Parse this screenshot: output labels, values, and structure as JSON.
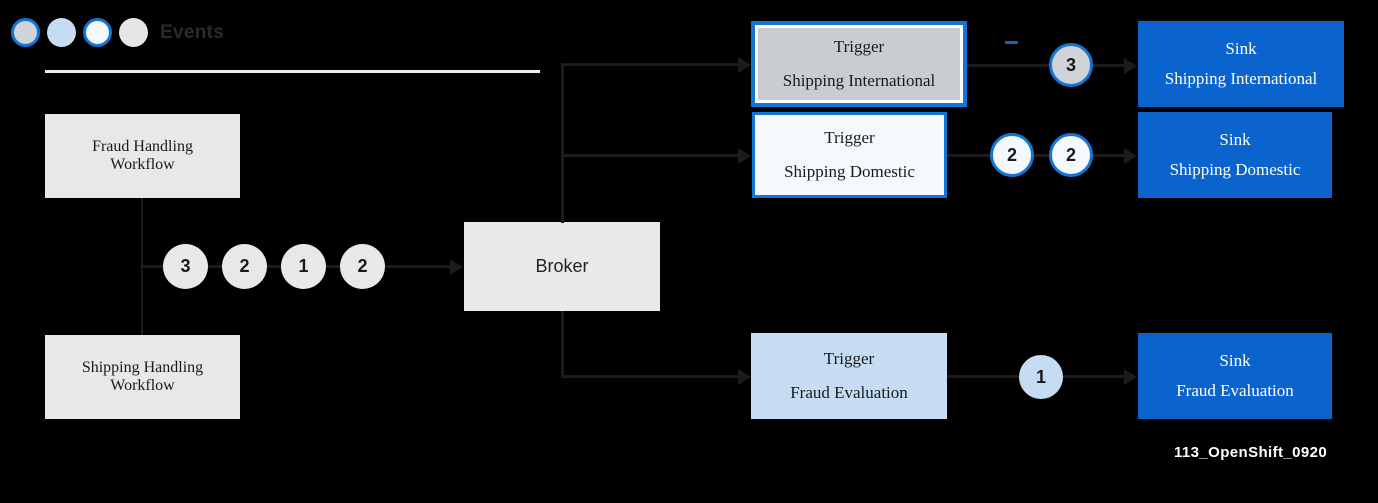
{
  "legend": {
    "label": "Events",
    "dots": [
      {
        "name": "event-dot-gray-outlined",
        "fill": "#d0d3d8",
        "stroke": "#1275d6"
      },
      {
        "name": "event-dot-blue",
        "fill": "#c5dcf2",
        "stroke": "none"
      },
      {
        "name": "event-dot-white-outlined",
        "fill": "#f4f9fe",
        "stroke": "#1275d6"
      },
      {
        "name": "event-dot-light-gray",
        "fill": "#e6e6e6",
        "stroke": "none"
      }
    ]
  },
  "workflows": [
    {
      "line1": "Fraud Handling",
      "line2": "Workflow"
    },
    {
      "line1": "Shipping Handling",
      "line2": "Workflow"
    }
  ],
  "broker": {
    "label": "Broker"
  },
  "inbound_events": [
    {
      "value": "3",
      "style": "gray"
    },
    {
      "value": "2",
      "style": "gray"
    },
    {
      "value": "1",
      "style": "gray"
    },
    {
      "value": "2",
      "style": "gray"
    }
  ],
  "triggers": [
    {
      "line1": "Trigger",
      "line2": "Shipping  International",
      "style": "trigger-intl"
    },
    {
      "line1": "Trigger",
      "line2": "Shipping  Domestic",
      "style": "trigger-dom"
    },
    {
      "line1": "Trigger",
      "line2": "Fraud  Evaluation",
      "style": "trigger-fraud"
    }
  ],
  "sinks": [
    {
      "line1": "Sink",
      "line2": "Shipping  International"
    },
    {
      "line1": "Sink",
      "line2": "Shipping  Domestic"
    },
    {
      "line1": "Sink",
      "line2": "Fraud  Evaluation"
    }
  ],
  "outbound_events": {
    "row_international": [
      {
        "value": "3",
        "style": "gray-outlined"
      }
    ],
    "row_domestic": [
      {
        "value": "2",
        "style": "white-outlined"
      },
      {
        "value": "2",
        "style": "white-outlined"
      }
    ],
    "row_fraud": [
      {
        "value": "1",
        "style": "blue"
      }
    ]
  },
  "colors": {
    "background": "#000000",
    "accent_blue": "#1275d6",
    "sink_blue": "#0b63ce",
    "box_gray": "#e8e8e8",
    "light_blue": "#c5dcf2",
    "connector": "#1c1c1c"
  },
  "footer": {
    "label": "113_OpenShift_0920"
  }
}
